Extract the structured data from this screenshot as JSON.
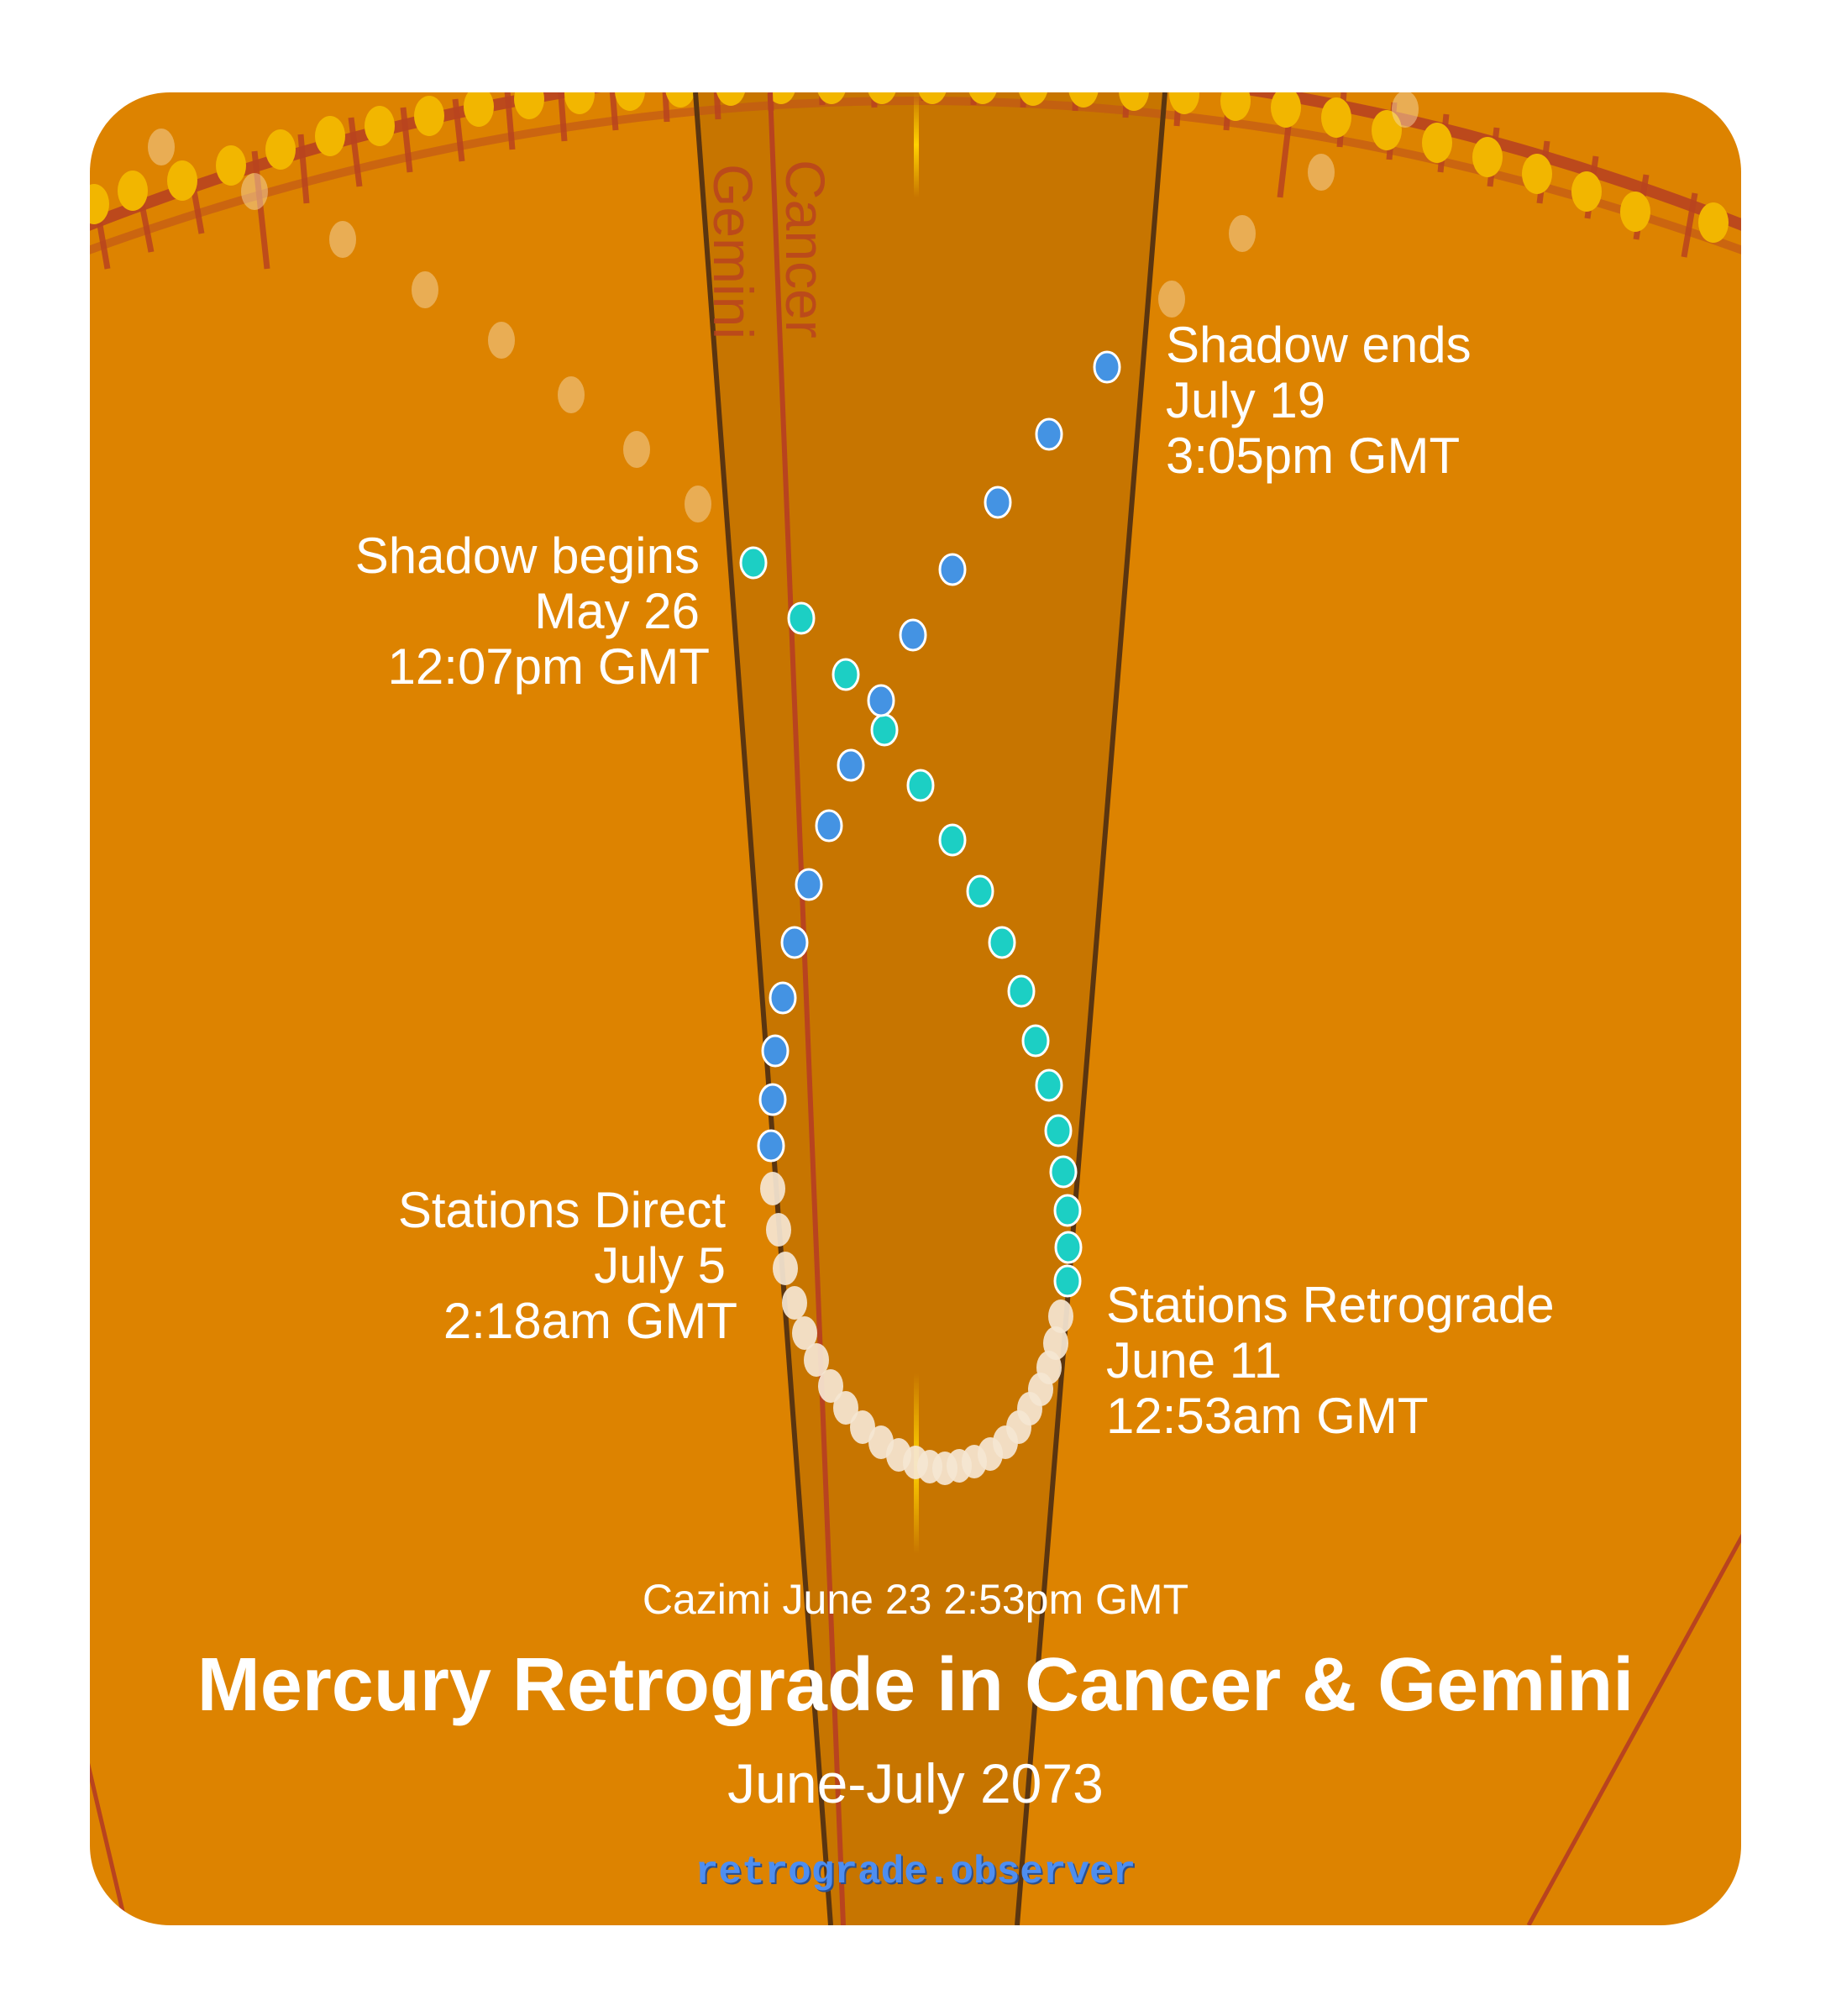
{
  "title": "Mercury Retrograde in Cancer & Gemini",
  "subtitle": "June-July 2073",
  "website": "retrograde.observer",
  "colors": {
    "background": "#dd8300",
    "band": "#c77500",
    "band_edge": "#5a3510",
    "sign_boundary": "#b8431f",
    "ecliptic_dots": "#f2b600",
    "pre_retrograde_dot": "#1ccfc4",
    "post_retrograde_dot": "#4493e3",
    "retrograde_dot": "#f5e6d3",
    "website": "#4e8ef0"
  },
  "signs": {
    "left": "Gemini",
    "right": "Cancer"
  },
  "events": {
    "shadow_begins": {
      "label": "Shadow begins",
      "date": "May 26",
      "time": "12:07pm GMT"
    },
    "stations_retrograde": {
      "label": "Stations Retrograde",
      "date": "June 11",
      "time": "12:53am GMT"
    },
    "cazimi": {
      "text": "Cazimi June 23 2:53pm GMT"
    },
    "stations_direct": {
      "label": "Stations Direct",
      "date": "July 5",
      "time": "2:18am GMT"
    },
    "shadow_ends": {
      "label": "Shadow ends",
      "date": "July 19",
      "time": "3:05pm GMT"
    }
  },
  "chart_data": {
    "type": "scatter",
    "title": "Mercury Retrograde in Cancer & Gemini",
    "subtitle": "June-July 2073",
    "series": [
      {
        "name": "pre-shadow (teal)",
        "count": 16
      },
      {
        "name": "retrograde loop (white)",
        "count": 24
      },
      {
        "name": "post-shadow (blue)",
        "count": 14
      }
    ],
    "annotations": [
      "Shadow begins May 26 12:07pm GMT",
      "Stations Retrograde June 11 12:53am GMT",
      "Cazimi June 23 2:53pm GMT",
      "Stations Direct July 5 2:18am GMT",
      "Shadow ends July 19 3:05pm GMT"
    ]
  }
}
